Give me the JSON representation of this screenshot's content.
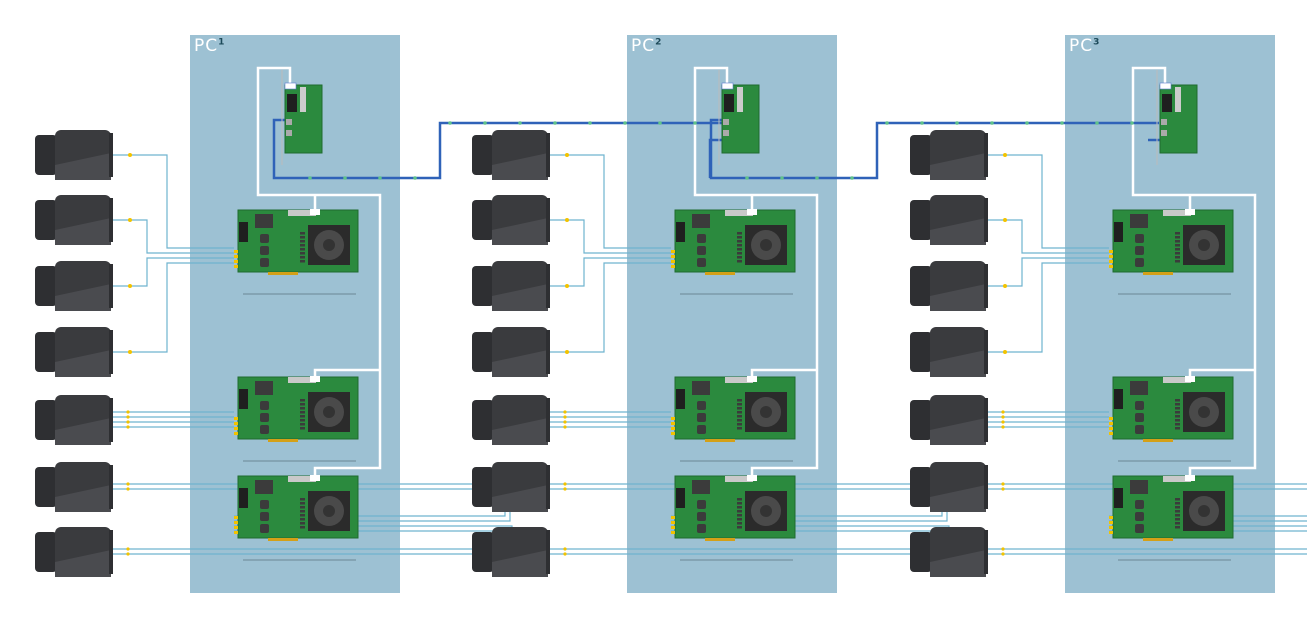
{
  "pcs": [
    {
      "label": "PC",
      "index": "1"
    },
    {
      "label": "PC",
      "index": "2"
    },
    {
      "label": "PC",
      "index": "3"
    }
  ],
  "colors": {
    "pc_panel": "#9dc1d3",
    "camera": "#3a3b3e",
    "card": "#2b8a3e",
    "camera_cable": "#6fb3cf",
    "sync_cable": "#ffffff",
    "network_cable": "#2f62b8",
    "connector": "#f2c300"
  },
  "cameras_per_pc": 7,
  "frame_grabbers_per_pc": 3
}
